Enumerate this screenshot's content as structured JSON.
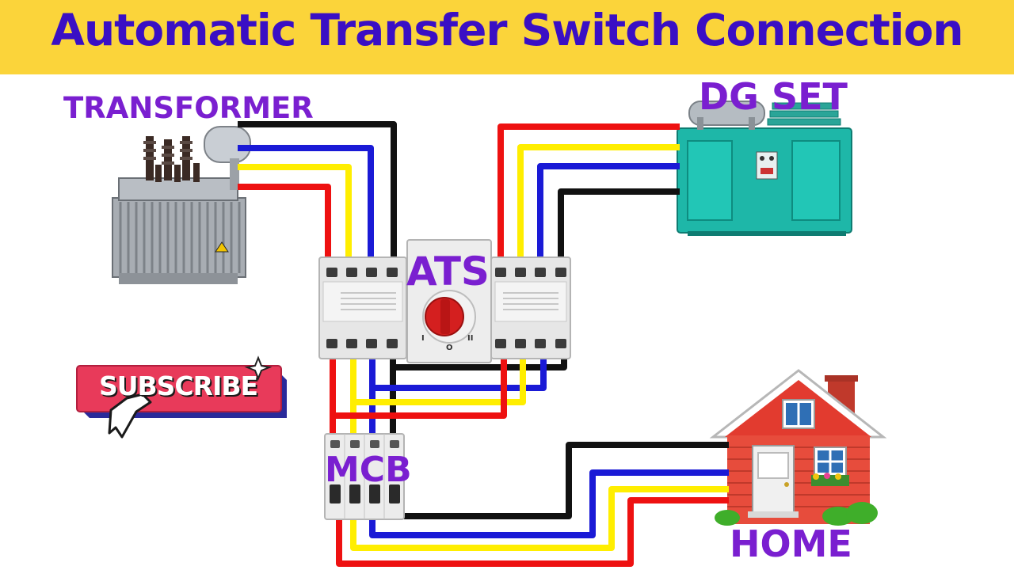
{
  "header": {
    "title": "Automatic Transfer Switch Connection"
  },
  "labels": {
    "transformer": "TRANSFORMER",
    "dg_set": "DG SET",
    "ats": "ATS",
    "mcb": "MCB",
    "home": "HOME"
  },
  "subscribe": {
    "label": "SUBSCRIBE"
  },
  "ats_dial": {
    "mark_i": "I",
    "mark_o": "O",
    "mark_ii": "II"
  },
  "colors": {
    "banner": "#fbd43a",
    "title": "#3a0fc4",
    "labels": "#7a1fd0",
    "wire_black": "#111111",
    "wire_blue": "#1a1ad6",
    "wire_yellow": "#ffee00",
    "wire_red": "#ee1111"
  }
}
